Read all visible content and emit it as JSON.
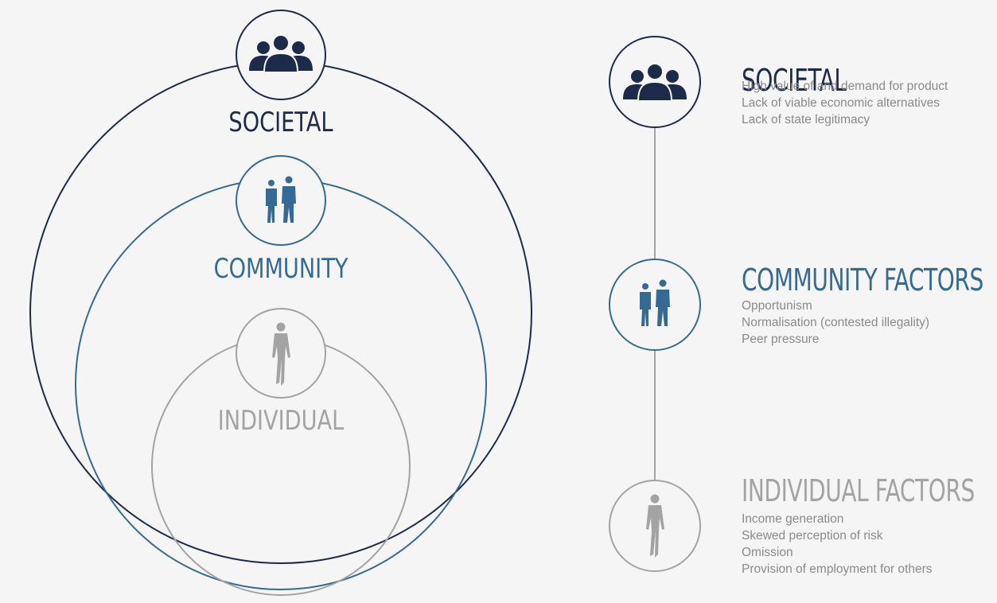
{
  "colors": {
    "societal": "#1d2b4a",
    "community": "#356a96",
    "individual": "#a3a3a3",
    "connector": "#8a8a8a",
    "text_gray": "#8a8a8a"
  },
  "icons": {
    "societal": "group-of-people-icon",
    "community": "two-people-standing-icon",
    "individual": "person-walking-icon"
  },
  "nested_circles": {
    "societal_label": "SOCIETAL",
    "community_label": "COMMUNITY",
    "individual_label": "INDIVIDUAL"
  },
  "levels": [
    {
      "title": "SOCIETAL",
      "factors": [
        "High value of and demand for product",
        "Lack of viable economic alternatives",
        "Lack of state legitimacy"
      ]
    },
    {
      "title": "COMMUNITY FACTORS",
      "factors": [
        "Opportunism",
        "Normalisation (contested illegality)",
        "Peer pressure"
      ]
    },
    {
      "title": "INDIVIDUAL FACTORS",
      "factors": [
        "Income generation",
        "Skewed perception of risk",
        "Omission",
        "Provision of employment for others"
      ]
    }
  ]
}
